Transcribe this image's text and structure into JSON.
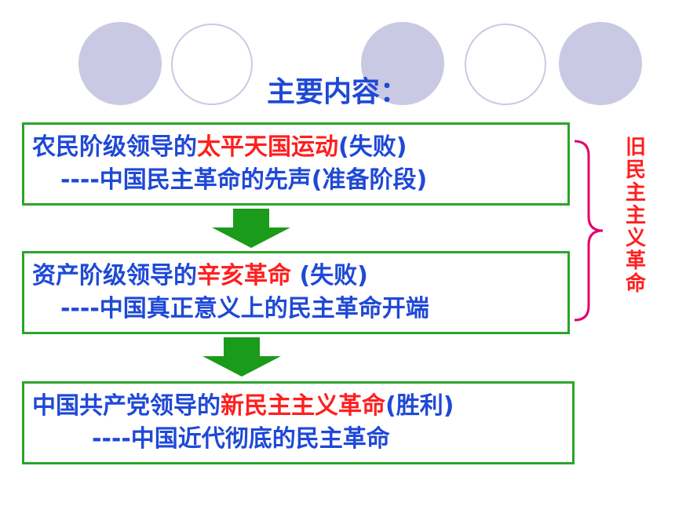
{
  "title": "主要内容：",
  "boxes": [
    {
      "line1_prefix": "农民阶级领导的",
      "line1_highlight": "太平天国运动",
      "line1_suffix": "(失败)",
      "line2": "----中国民主革命的先声(准备阶段)"
    },
    {
      "line1_prefix": "资产阶级领导的",
      "line1_highlight": "辛亥革命",
      "line1_suffix": " (失败)",
      "line2": "----中国真正意义上的民主革命开端"
    },
    {
      "line1_prefix": "中国共产党领导的",
      "line1_highlight": "新民主主义革命",
      "line1_suffix": "(胜利)",
      "line2": "----中国近代彻底的民主革命"
    }
  ],
  "side_label": [
    "旧",
    "民",
    "主",
    "主",
    "义",
    "革",
    "命"
  ],
  "colors": {
    "text_blue": "#1f49d6",
    "highlight_red": "#ff1f1f",
    "box_border": "#2aa52a",
    "arrow": "#1a9b1a",
    "decor_circles": "#c9c9e3"
  }
}
